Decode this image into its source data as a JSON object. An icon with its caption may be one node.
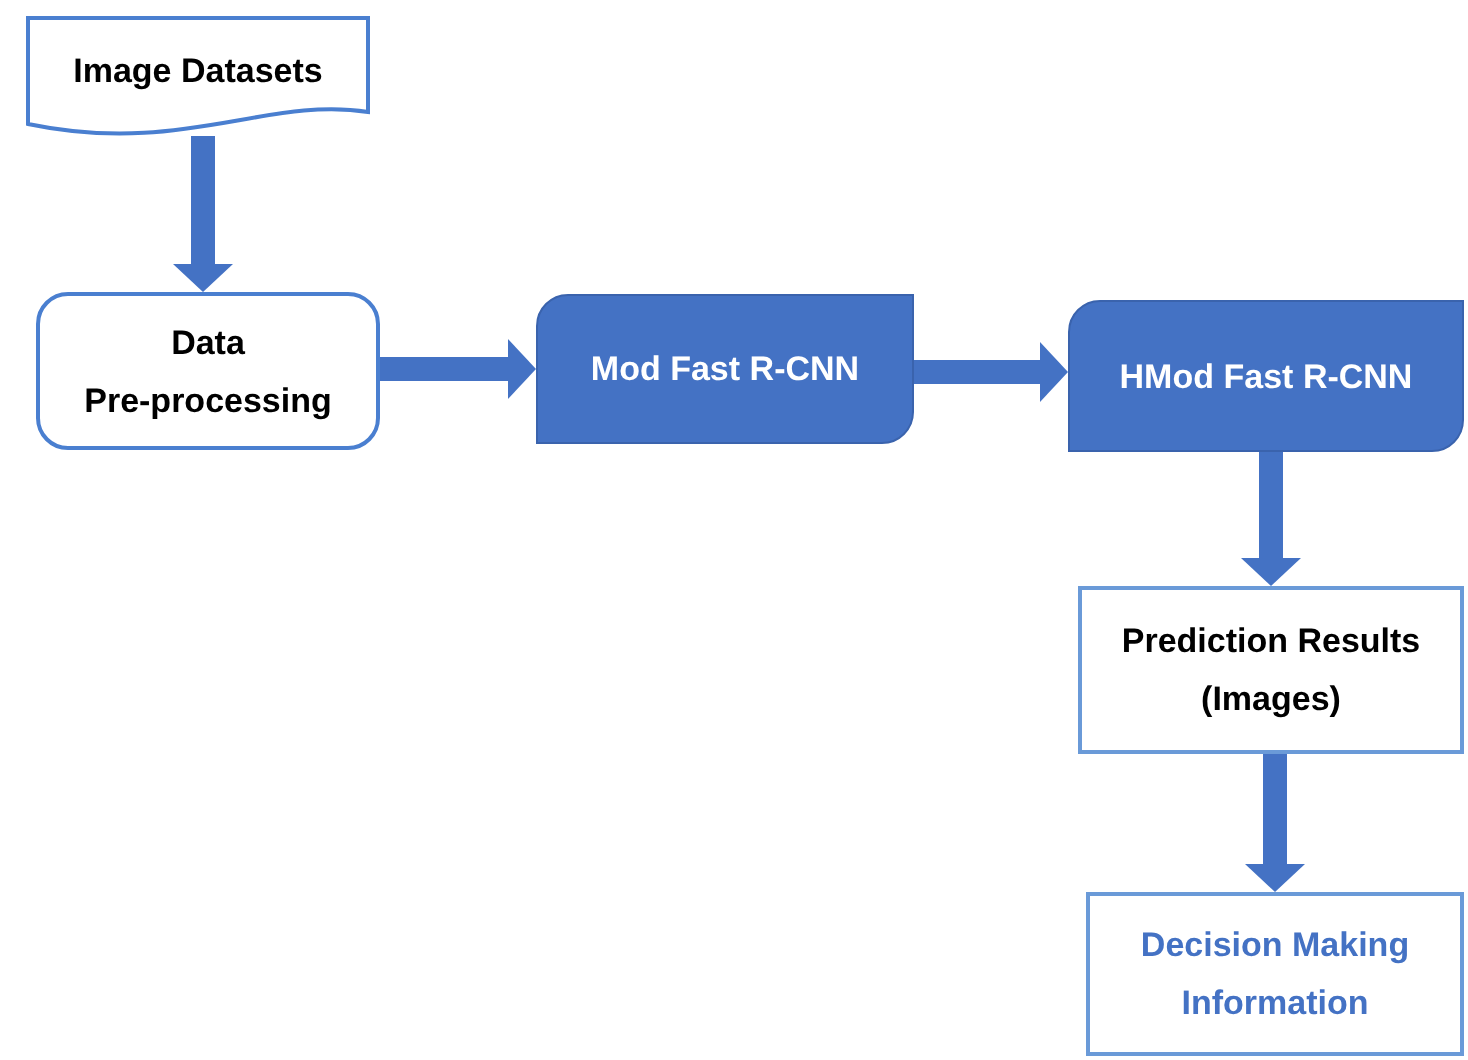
{
  "diagram": {
    "nodes": [
      {
        "text": [
          "Image Datasets"
        ]
      },
      {
        "text": [
          "Data Pre-processing"
        ]
      },
      {
        "text": [
          "Mod Fast R-CNN"
        ]
      },
      {
        "text": [
          "HMod Fast R-CNN"
        ]
      },
      {
        "text": [
          "Prediction Results (Images)"
        ]
      },
      {
        "text": [
          "Decision Making Information"
        ]
      }
    ],
    "edges": [
      {
        "from": 0,
        "to": 1,
        "arrow": "to"
      },
      {
        "from": 1,
        "to": 2,
        "arrow": "to"
      },
      {
        "from": 2,
        "to": 3,
        "arrow": "to"
      },
      {
        "from": 3,
        "to": 4,
        "arrow": "to"
      },
      {
        "from": 4,
        "to": 5,
        "arrow": "to"
      }
    ]
  }
}
